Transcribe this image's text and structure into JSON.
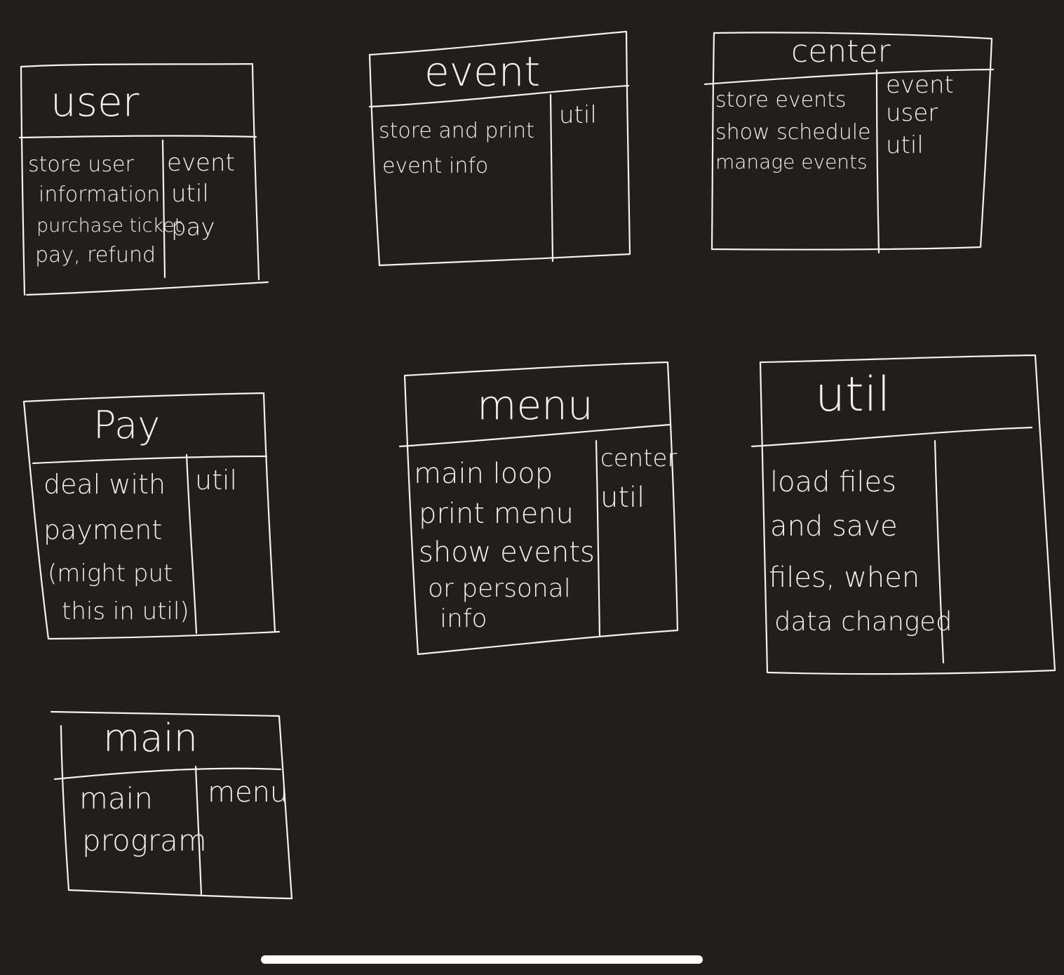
{
  "cards": [
    {
      "title": "user",
      "responsibilities": [
        "store user",
        "information",
        "purchase ticket",
        "pay, refund"
      ],
      "collaborators": [
        "event",
        "util",
        "pay"
      ]
    },
    {
      "title": "event",
      "responsibilities": [
        "store and print",
        "event info"
      ],
      "collaborators": [
        "util"
      ]
    },
    {
      "title": "center",
      "responsibilities": [
        "store events",
        "show schedule",
        "manage events"
      ],
      "collaborators": [
        "event",
        "user",
        "util"
      ]
    },
    {
      "title": "Pay",
      "responsibilities": [
        "deal with",
        "payment",
        "(might put",
        "this in util)"
      ],
      "collaborators": [
        "util"
      ]
    },
    {
      "title": "menu",
      "responsibilities": [
        "main loop",
        "print menu",
        "show events",
        "or personal",
        "info"
      ],
      "collaborators": [
        "center",
        "util"
      ]
    },
    {
      "title": "util",
      "responsibilities": [
        "load files",
        "and save",
        "files, when",
        "data changed"
      ],
      "collaborators": []
    },
    {
      "title": "main",
      "responsibilities": [
        "main",
        "program"
      ],
      "collaborators": [
        "menu"
      ]
    }
  ],
  "colors": {
    "background": "#201f1d",
    "ink": "#f3f3f3",
    "home_indicator": "#ffffff"
  }
}
